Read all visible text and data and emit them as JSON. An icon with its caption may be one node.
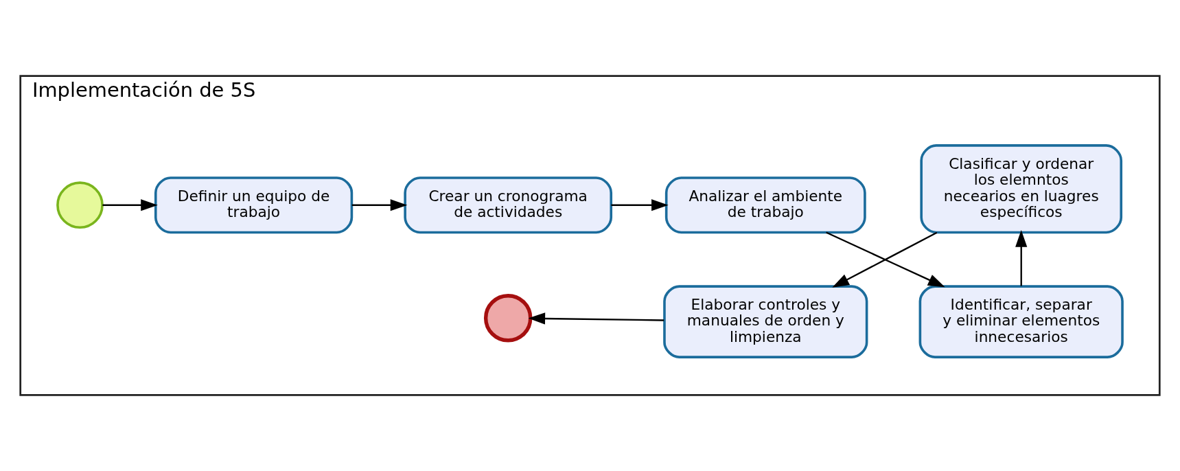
{
  "diagram": {
    "nodes": [
      {
        "text": [
          "Implementación de 5S"
        ]
      },
      {
        "text": [],
        "shape": "circle",
        "in": 0
      },
      {
        "text": [
          "Definir un equipo de trabajo"
        ],
        "in": 0
      },
      {
        "text": [
          "Crear un cronograma de actividades"
        ],
        "in": 0
      },
      {
        "text": [
          "Analizar el ambiente de trabajo"
        ],
        "in": 0
      },
      {
        "text": [
          "Identificar, separar y eliminar elementos innecesarios"
        ],
        "in": 0
      },
      {
        "text": [
          "Clasificar y ordenar los elemntos necearios en luagres específicos"
        ],
        "in": 0
      },
      {
        "text": [
          "Elaborar controles y manuales de orden y limpienza"
        ],
        "in": 0
      },
      {
        "text": [],
        "shape": "circle",
        "in": 0
      }
    ],
    "edges": [
      {
        "from": 1,
        "to": 2,
        "arrow": "to"
      },
      {
        "from": 2,
        "to": 3,
        "arrow": "to"
      },
      {
        "from": 3,
        "to": 4,
        "arrow": "to"
      },
      {
        "from": 4,
        "to": 5,
        "arrow": "to"
      },
      {
        "from": 5,
        "to": 6,
        "arrow": "to"
      },
      {
        "from": 6,
        "to": 7,
        "arrow": "to"
      },
      {
        "from": 7,
        "to": 8,
        "arrow": "to"
      }
    ]
  }
}
